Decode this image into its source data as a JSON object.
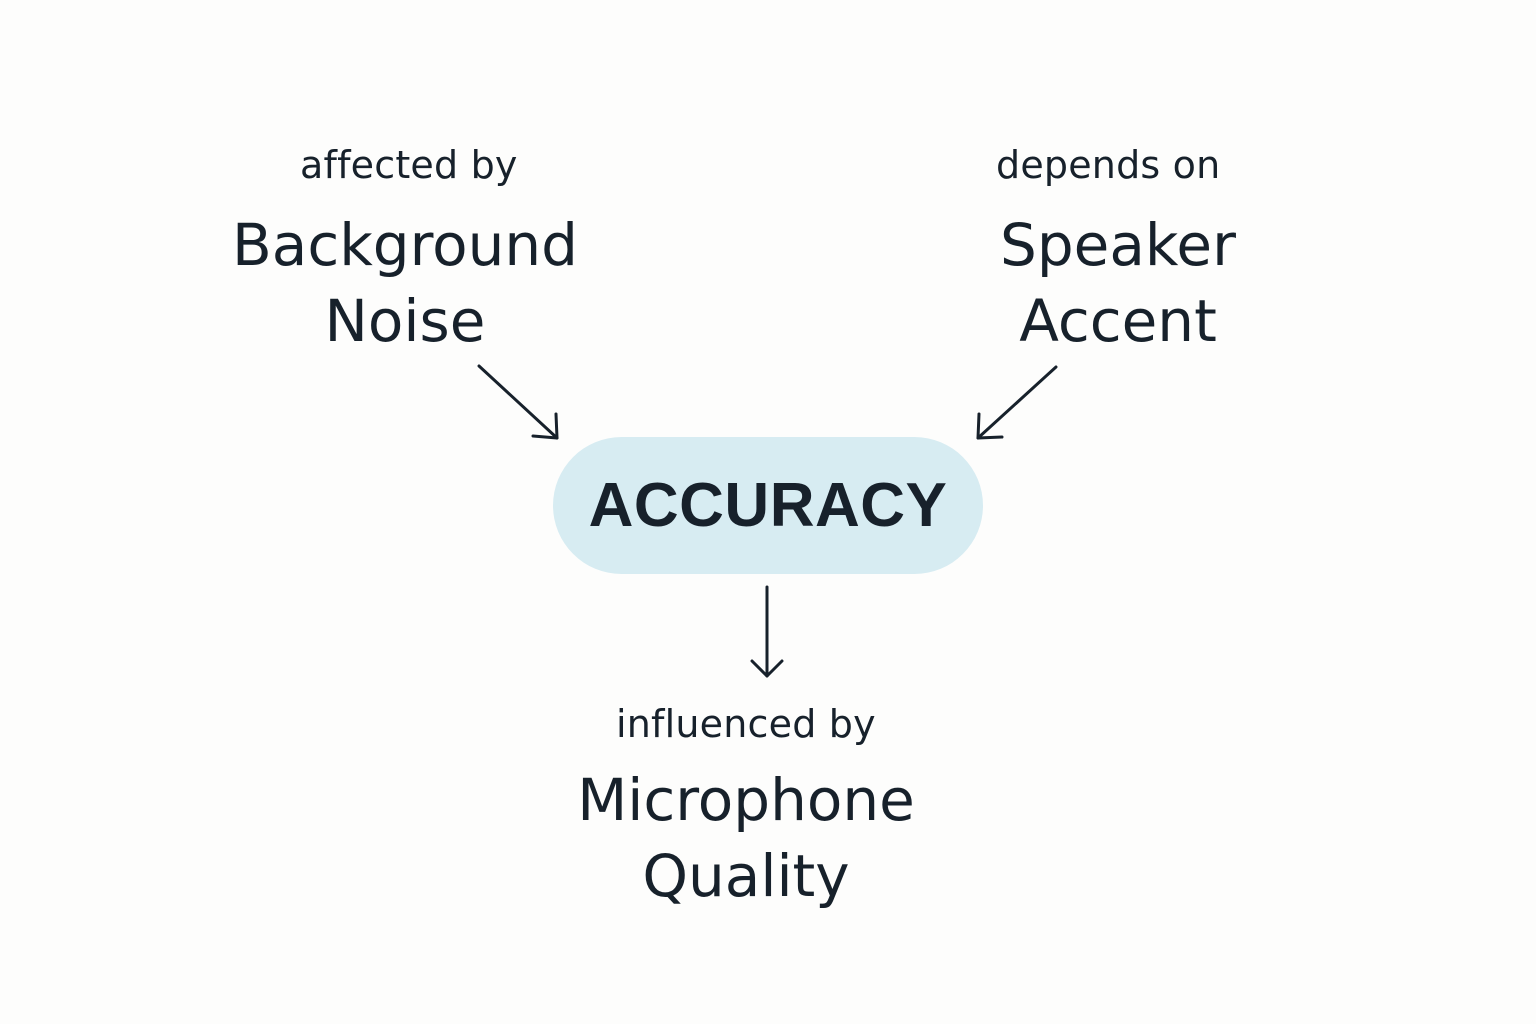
{
  "center": {
    "label": "ACCURACY",
    "fill_color": "#d7ecf2"
  },
  "factors": {
    "background_noise": {
      "relation": "affected by",
      "line1": "Background",
      "line2": "Noise"
    },
    "speaker_accent": {
      "relation": "depends on",
      "line1": "Speaker",
      "line2": "Accent"
    },
    "microphone_quality": {
      "relation": "influenced by",
      "line1": "Microphone",
      "line2": "Quality"
    }
  },
  "colors": {
    "text": "#17212b",
    "background": "#fdfdfc"
  }
}
